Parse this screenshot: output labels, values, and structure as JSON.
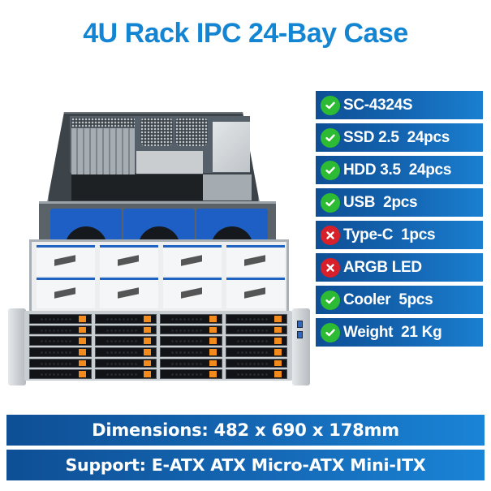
{
  "title": "4U Rack IPC 24-Bay Case",
  "product_image": {
    "description": "4U rackmount server chassis, top open, 24 hot-swap drive bays",
    "fan_count": 3,
    "drive_bays": {
      "columns": 4,
      "rows": 6
    },
    "front_usb_ports": 2,
    "colors": {
      "chassis": "#3c4349",
      "fans": "#1d5fc4",
      "tray": "#111316",
      "tray_tab": "#f28a1c",
      "label_header": "#1f63c2"
    }
  },
  "specs": [
    {
      "label": "SC-4324S",
      "status": "check",
      "icon": "check-circle-icon"
    },
    {
      "label": "SSD 2.5  24pcs",
      "status": "check",
      "icon": "check-circle-icon"
    },
    {
      "label": "HDD 3.5  24pcs",
      "status": "check",
      "icon": "check-circle-icon"
    },
    {
      "label": "USB  2pcs",
      "status": "check",
      "icon": "check-circle-icon"
    },
    {
      "label": "Type-C  1pcs",
      "status": "cross",
      "icon": "x-circle-icon"
    },
    {
      "label": "ARGB LED",
      "status": "cross",
      "icon": "x-circle-icon"
    },
    {
      "label": "Cooler  5pcs",
      "status": "check",
      "icon": "check-circle-icon"
    },
    {
      "label": "Weight  21 Kg",
      "status": "check",
      "icon": "check-circle-icon"
    }
  ],
  "banners": {
    "dimensions": "Dimensions: 482 x 690 x 178mm",
    "support": "Support: E-ATX ATX Micro-ATX Mini-ITX"
  },
  "colors": {
    "title": "#1485d2",
    "badge_dark": "#0e4f95",
    "badge_light": "#1a7fd0",
    "check_green": "#2dbb34",
    "cross_red": "#d8202a"
  }
}
